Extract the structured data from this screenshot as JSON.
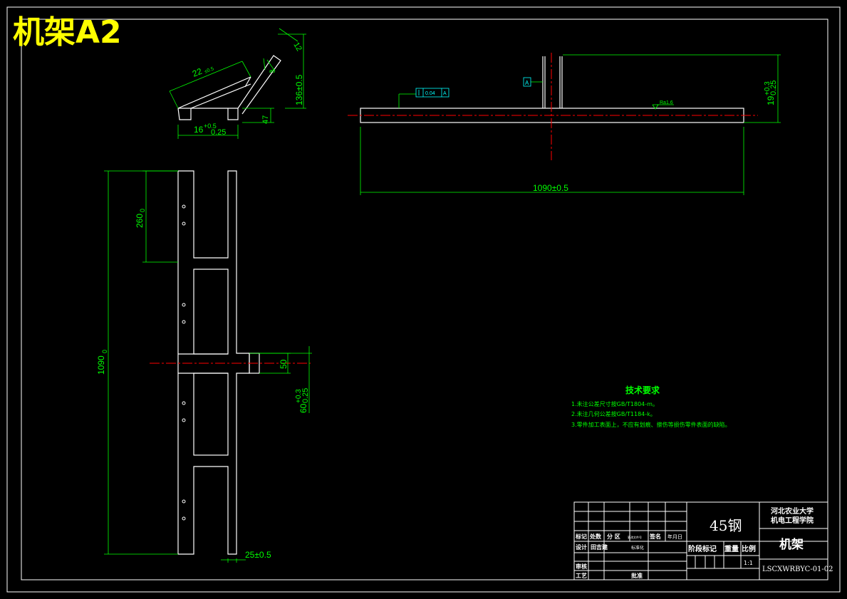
{
  "sheet_title": "机架A2",
  "colors": {
    "background": "#000000",
    "outline": "#ffffff",
    "dimension": "#00ff00",
    "centerline": "#ff0000",
    "title": "#ffff00",
    "symbol": "#00ffff"
  },
  "side_view": {
    "dim_length": "22",
    "dim_length_tol": "±0.5",
    "dim_height": "136±0.5",
    "dim_top": "12",
    "dim_small": "47",
    "dim_width": "16",
    "dim_width_tol_upper": "+0.5",
    "dim_width_tol_lower": "0.25",
    "dim_hole": "ø6"
  },
  "front_view": {
    "length_dim": "1090±0.5",
    "height_dim": "19",
    "height_tol_upper": "+0.3",
    "height_tol_lower": "0.25",
    "geo_tol_value": "0.04",
    "geo_tol_datum": "A",
    "datum_label": "A",
    "roughness": "Ra1.6"
  },
  "plan_view": {
    "total_length": "1090",
    "total_length_tol": "0",
    "segment_length": "260",
    "segment_tol": "0",
    "bar_width": "50",
    "center_dim": "60",
    "center_tol_upper": "+0.3",
    "center_tol_lower": "0.25",
    "bottom_dim": "25±0.5"
  },
  "tech_req": {
    "title": "技术要求",
    "items": [
      "1.未注公差尺寸按GB/T1804-m。",
      "2.未注几何公差按GB/T1184-k。",
      "3.零件加工表面上，不应有划痕、擦伤等损伤零件表面的缺陷。"
    ]
  },
  "title_block": {
    "material": "45钢",
    "school_line1": "河北农业大学",
    "school_line2": "机电工程学院",
    "part_name": "机架",
    "drawing_no": "LSCXWRBYC-01-02",
    "scale": "1:1",
    "row_labels": [
      "标记",
      "处数",
      "分 区",
      "更改文件号",
      "签名",
      "年月日"
    ],
    "design": "设计",
    "designer": "田吉建",
    "std": "标准化",
    "stage_weight_scale": "阶段标记",
    "weight": "重量",
    "ratio": "比例",
    "review": "审核",
    "process": "工艺",
    "approve": "批准"
  }
}
